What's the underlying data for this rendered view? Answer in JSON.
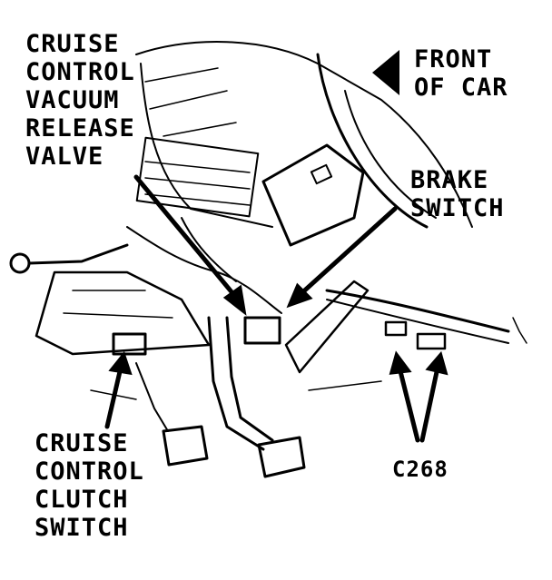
{
  "labels": {
    "vacuum_valve": [
      "CRUISE",
      "CONTROL",
      "VACUUM",
      "RELEASE",
      "VALVE"
    ],
    "front_of_car": [
      "FRONT",
      "OF CAR"
    ],
    "brake_switch": [
      "BRAKE",
      "SWITCH"
    ],
    "clutch_switch": [
      "CRUISE",
      "CONTROL",
      "CLUTCH",
      "SWITCH"
    ],
    "connector": "C268"
  },
  "colors": {
    "ink": "#000000",
    "paper": "#ffffff"
  },
  "icons": {
    "direction": "arrow-left-icon"
  }
}
